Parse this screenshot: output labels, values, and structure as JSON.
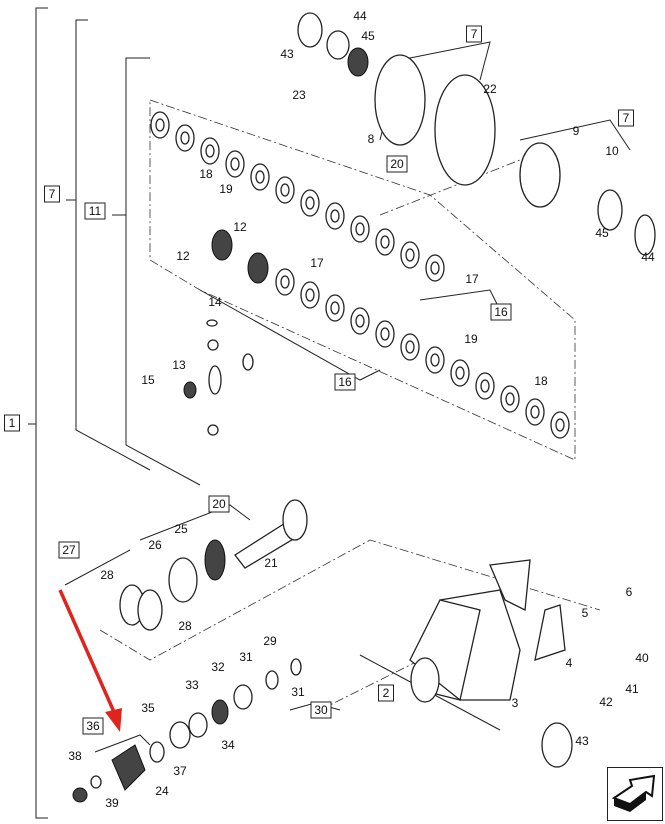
{
  "diagram": {
    "title": "Differential and pinion exploded view",
    "labels": [
      {
        "text": "44",
        "boxed": false
      },
      {
        "text": "43",
        "boxed": false
      },
      {
        "text": "45",
        "boxed": false
      },
      {
        "text": "7",
        "boxed": true
      },
      {
        "text": "23",
        "boxed": false
      },
      {
        "text": "22",
        "boxed": false
      },
      {
        "text": "8",
        "boxed": false
      },
      {
        "text": "20",
        "boxed": true
      },
      {
        "text": "7",
        "boxed": true
      },
      {
        "text": "9",
        "boxed": false
      },
      {
        "text": "10",
        "boxed": false
      },
      {
        "text": "45",
        "boxed": false
      },
      {
        "text": "44",
        "boxed": false
      },
      {
        "text": "18",
        "boxed": false
      },
      {
        "text": "19",
        "boxed": false
      },
      {
        "text": "12",
        "boxed": false
      },
      {
        "text": "12",
        "boxed": false
      },
      {
        "text": "17",
        "boxed": false
      },
      {
        "text": "17",
        "boxed": false
      },
      {
        "text": "16",
        "boxed": true
      },
      {
        "text": "14",
        "boxed": false
      },
      {
        "text": "13",
        "boxed": false
      },
      {
        "text": "15",
        "boxed": false
      },
      {
        "text": "19",
        "boxed": false
      },
      {
        "text": "16",
        "boxed": true
      },
      {
        "text": "18",
        "boxed": false
      },
      {
        "text": "1",
        "boxed": true
      },
      {
        "text": "7",
        "boxed": true
      },
      {
        "text": "11",
        "boxed": true
      },
      {
        "text": "20",
        "boxed": true
      },
      {
        "text": "25",
        "boxed": false
      },
      {
        "text": "26",
        "boxed": false
      },
      {
        "text": "21",
        "boxed": false
      },
      {
        "text": "27",
        "boxed": true
      },
      {
        "text": "28",
        "boxed": false
      },
      {
        "text": "28",
        "boxed": false
      },
      {
        "text": "29",
        "boxed": false
      },
      {
        "text": "31",
        "boxed": false
      },
      {
        "text": "32",
        "boxed": false
      },
      {
        "text": "33",
        "boxed": false
      },
      {
        "text": "31",
        "boxed": false
      },
      {
        "text": "30",
        "boxed": true
      },
      {
        "text": "35",
        "boxed": false
      },
      {
        "text": "34",
        "boxed": false
      },
      {
        "text": "36",
        "boxed": true
      },
      {
        "text": "37",
        "boxed": false
      },
      {
        "text": "38",
        "boxed": false
      },
      {
        "text": "24",
        "boxed": false
      },
      {
        "text": "39",
        "boxed": false
      },
      {
        "text": "6",
        "boxed": false
      },
      {
        "text": "5",
        "boxed": false
      },
      {
        "text": "4",
        "boxed": false
      },
      {
        "text": "40",
        "boxed": false
      },
      {
        "text": "41",
        "boxed": false
      },
      {
        "text": "42",
        "boxed": false
      },
      {
        "text": "2",
        "boxed": true
      },
      {
        "text": "3",
        "boxed": false
      },
      {
        "text": "43",
        "boxed": false
      }
    ],
    "highlight_color": "#e0231c",
    "nav_icon": "next-page-arrow-icon"
  }
}
